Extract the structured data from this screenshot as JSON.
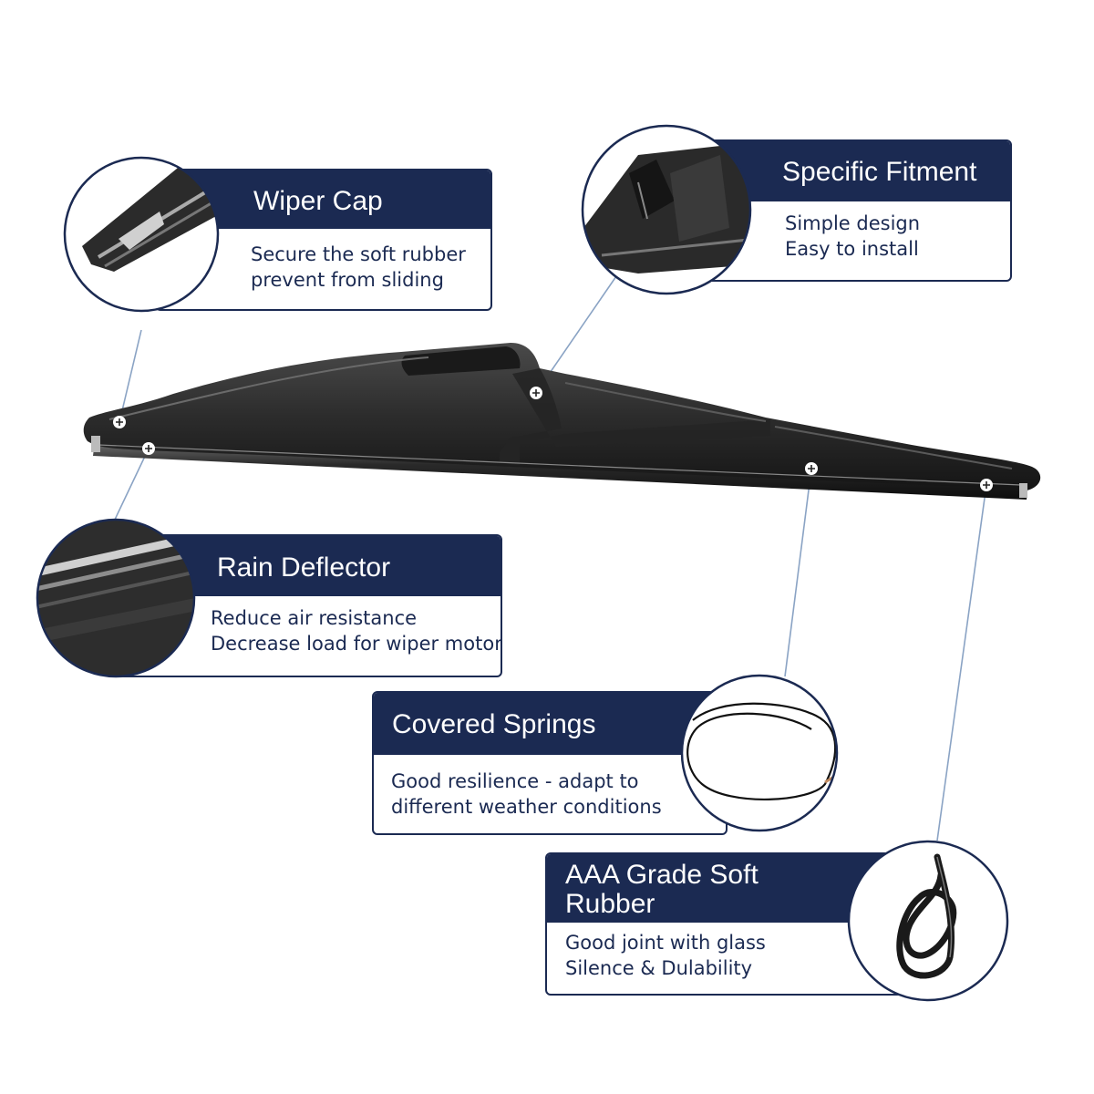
{
  "colors": {
    "navy": "#1b2a52",
    "leader": "#8aa3c4",
    "blade": "#2a2a2a",
    "background": "#ffffff"
  },
  "product": {
    "name": "rear-wiper-blade",
    "icon": "wiper-blade-illustration"
  },
  "callouts": {
    "wiper_cap": {
      "title": "Wiper Cap",
      "lines": [
        "Secure the soft rubber",
        "prevent from sliding"
      ],
      "icon": "wiper-cap-detail"
    },
    "specific_fitment": {
      "title": "Specific Fitment",
      "lines": [
        "Simple design",
        "Easy to install"
      ],
      "icon": "fitment-adapter-detail"
    },
    "rain_deflector": {
      "title": "Rain Deflector",
      "lines": [
        "Reduce air resistance",
        "Decrease load for wiper motor"
      ],
      "icon": "rain-deflector-detail"
    },
    "covered_springs": {
      "title": "Covered Springs",
      "lines": [
        "Good resilience - adapt to",
        "different weather conditions"
      ],
      "icon": "spring-wire-detail"
    },
    "soft_rubber": {
      "title_lines": [
        "AAA Grade Soft",
        "Rubber"
      ],
      "lines": [
        "Good joint with glass",
        "Silence & Dulability"
      ],
      "icon": "rubber-strip-detail"
    }
  }
}
